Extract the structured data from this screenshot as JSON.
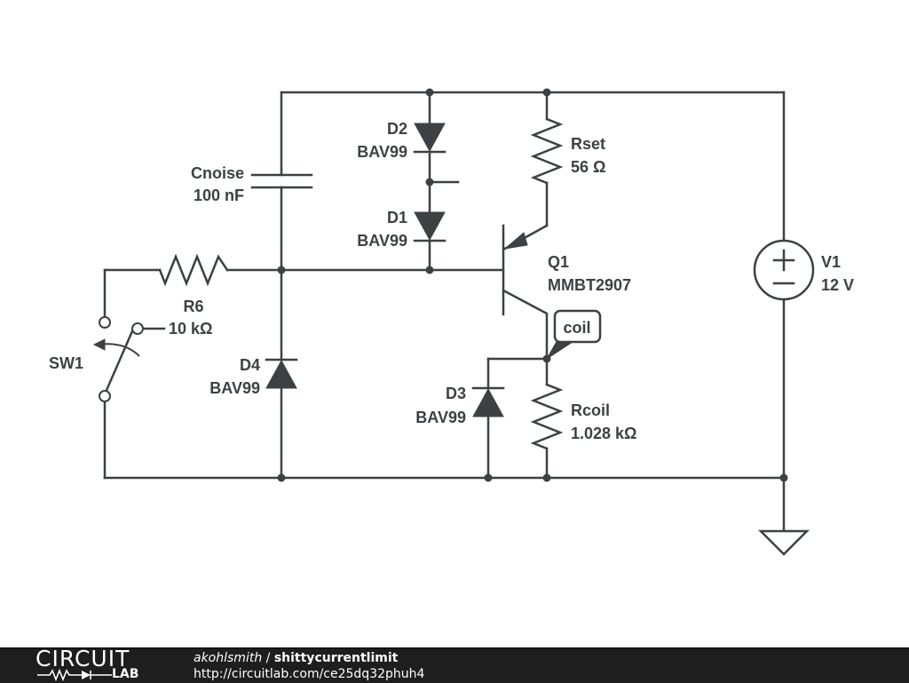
{
  "components": {
    "cnoise": {
      "name": "Cnoise",
      "value": "100 nF"
    },
    "d2": {
      "name": "D2",
      "value": "BAV99"
    },
    "d1": {
      "name": "D1",
      "value": "BAV99"
    },
    "rset": {
      "name": "Rset",
      "value": "56 Ω"
    },
    "q1": {
      "name": "Q1",
      "value": "MMBT2907"
    },
    "r6": {
      "name": "R6",
      "value": "10 kΩ"
    },
    "sw1": {
      "name": "SW1"
    },
    "d4": {
      "name": "D4",
      "value": "BAV99"
    },
    "d3": {
      "name": "D3",
      "value": "BAV99"
    },
    "rcoil": {
      "name": "Rcoil",
      "value": "1.028 kΩ"
    },
    "v1": {
      "name": "V1",
      "value": "12 V",
      "plus": "+",
      "minus": "−"
    }
  },
  "net_labels": {
    "coil": "coil"
  },
  "footer": {
    "logo_top": "CIRCUIT",
    "logo_bottom": "LAB",
    "author": "akohlsmith",
    "separator": " / ",
    "project": "shittycurrentlimit",
    "url": "http://circuitlab.com/ce25dq32phuh4"
  }
}
